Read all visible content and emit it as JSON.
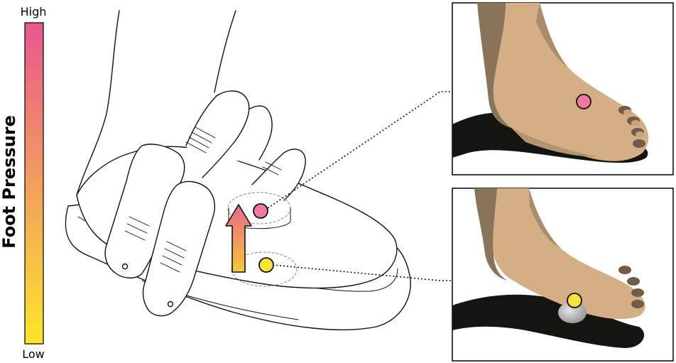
{
  "legend": {
    "title": "Foot Pressure",
    "high_label": "High",
    "low_label": "Low",
    "gradient_top_color": "#e8578e",
    "gradient_bottom_color": "#fbe62a"
  },
  "markers": {
    "high_color": "#ef79a3",
    "low_color": "#f7e23a",
    "arrow_top_color": "#e8678a",
    "arrow_bottom_color": "#f6c83a"
  },
  "panels": {
    "top": {
      "description_icon": "foot-on-flat-surface-icon"
    },
    "bottom": {
      "description_icon": "foot-on-pebble-icon"
    }
  },
  "colors": {
    "skin_light": "#d4af85",
    "skin_mid": "#a88c6c",
    "skin_dark": "#8a7459",
    "shadow": "#141411",
    "pebble": "#b9b9b9",
    "outline": "#111111"
  }
}
